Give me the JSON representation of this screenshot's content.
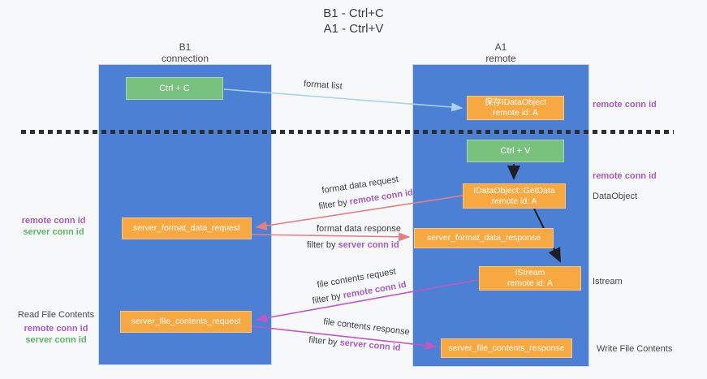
{
  "title": {
    "line1": "B1 - Ctrl+C",
    "line2": "A1 - Ctrl+V"
  },
  "lanes": {
    "left": {
      "title": "B1",
      "subtitle": "connection"
    },
    "right": {
      "title": "A1",
      "subtitle": "remote"
    }
  },
  "nodes": {
    "ctrl_c": {
      "label": "Ctrl + C"
    },
    "save_idataobject": {
      "line1": "保存IDataObject",
      "line2": "remote id: A"
    },
    "ctrl_v": {
      "label": "Ctrl + V"
    },
    "getdata": {
      "line1": "IDataObject::GetData",
      "line2": "remote id: A"
    },
    "format_request": {
      "label": "server_format_data_request"
    },
    "format_response": {
      "label": "server_format_data_response"
    },
    "istream": {
      "line1": "IStream",
      "line2": "remote id: A"
    },
    "file_request": {
      "label": "server_file_contents_request"
    },
    "file_response": {
      "label": "server_file_contents_response"
    }
  },
  "edge_labels": {
    "format_list": "format list",
    "format_data_request": {
      "title": "format data request",
      "prefix": "filter by ",
      "filter": "remote conn id"
    },
    "format_data_response": {
      "title": "format data response",
      "prefix": "filter by ",
      "filter": "server conn id"
    },
    "file_contents_request": {
      "title": "file contents request",
      "prefix": "filter by ",
      "filter": "remote conn id"
    },
    "file_contents_response": {
      "title": "file contents response",
      "prefix": "filter by ",
      "filter": "server conn id"
    }
  },
  "side_labels": {
    "right_remote_conn_id_top": "remote conn id",
    "right_remote_conn_id_mid": "remote conn id",
    "right_dataobject": "DataObject",
    "right_istream": "Istream",
    "right_write_file_contents": "Write File Contents",
    "left_remote_conn_id_mid": "remote conn id",
    "left_server_conn_id_mid": "server conn id",
    "left_read_file_contents": "Read File Contents",
    "left_remote_conn_id_bottom": "remote conn id",
    "left_server_conn_id_bottom": "server conn id"
  },
  "colors": {
    "lane_blue": "#4b80d5",
    "node_green": "#79c27d",
    "node_orange": "#f7a840",
    "arrow_salmon": "#e87f7f",
    "arrow_magenta": "#c455c4",
    "arrow_lightblue": "#a8d2f0",
    "arrow_black": "#1f1f1f",
    "text_purple": "#a95cc4",
    "text_green": "#5eb863"
  }
}
